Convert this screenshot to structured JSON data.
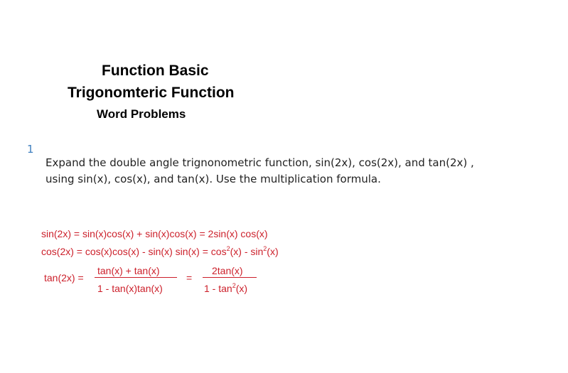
{
  "header": {
    "title_line1": "Function Basic",
    "title_line2": "Trigonomteric Function",
    "title_line3": "Word Problems"
  },
  "question": {
    "number": "1",
    "line1": "Expand the double angle trignonometric function, sin(2x), cos(2x), and tan(2x) ,",
    "line2": "using sin(x), cos(x), and tan(x). Use the multiplication formula."
  },
  "answer": {
    "sin_line": "sin(2x) = sin(x)cos(x) + sin(x)cos(x) = 2sin(x) cos(x)",
    "cos_line_a": "cos(2x) = cos(x)cos(x) - sin(x) sin(x) = cos",
    "cos_exp1": "2",
    "cos_line_b": "(x) - sin",
    "cos_exp2": "2",
    "cos_line_c": "(x)",
    "tan_lhs": "tan(2x) =",
    "frac1_numerator": "tan(x) + tan(x)",
    "frac1_denominator": "1 - tan(x)tan(x)",
    "equals": "=",
    "frac2_numerator": "2tan(x)",
    "frac2_denominator_a": "1 - tan",
    "frac2_exp": "2",
    "frac2_denominator_b": "(x)"
  },
  "colors": {
    "answer_text": "#cc1f2a",
    "question_number": "#3f7fbf",
    "title_text": "#000000"
  }
}
